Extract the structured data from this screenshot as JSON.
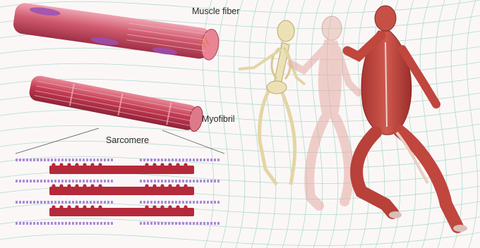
{
  "labels": {
    "muscle_fiber": "Muscle fiber",
    "myofibril": "Myofibril",
    "sarcomere": "Sarcomere"
  },
  "colors": {
    "background": "#fbf7f7",
    "grid_lines": "#a8d8c8",
    "fiber": "#c8566a",
    "fiber_highlight": "#e58a98",
    "nucleus": "#9a4fb4",
    "myofibril": "#c23a52",
    "thick_filament": "#b52a3a",
    "thin_filament": "#a98ad8",
    "bone": "#ece1b4",
    "muscle": "#c0463e"
  },
  "icons": [
    "muscle-fiber-illustration",
    "myofibril-illustration",
    "sarcomere-illustration",
    "skeleton-figure",
    "anatomy-figure",
    "muscle-figure"
  ]
}
